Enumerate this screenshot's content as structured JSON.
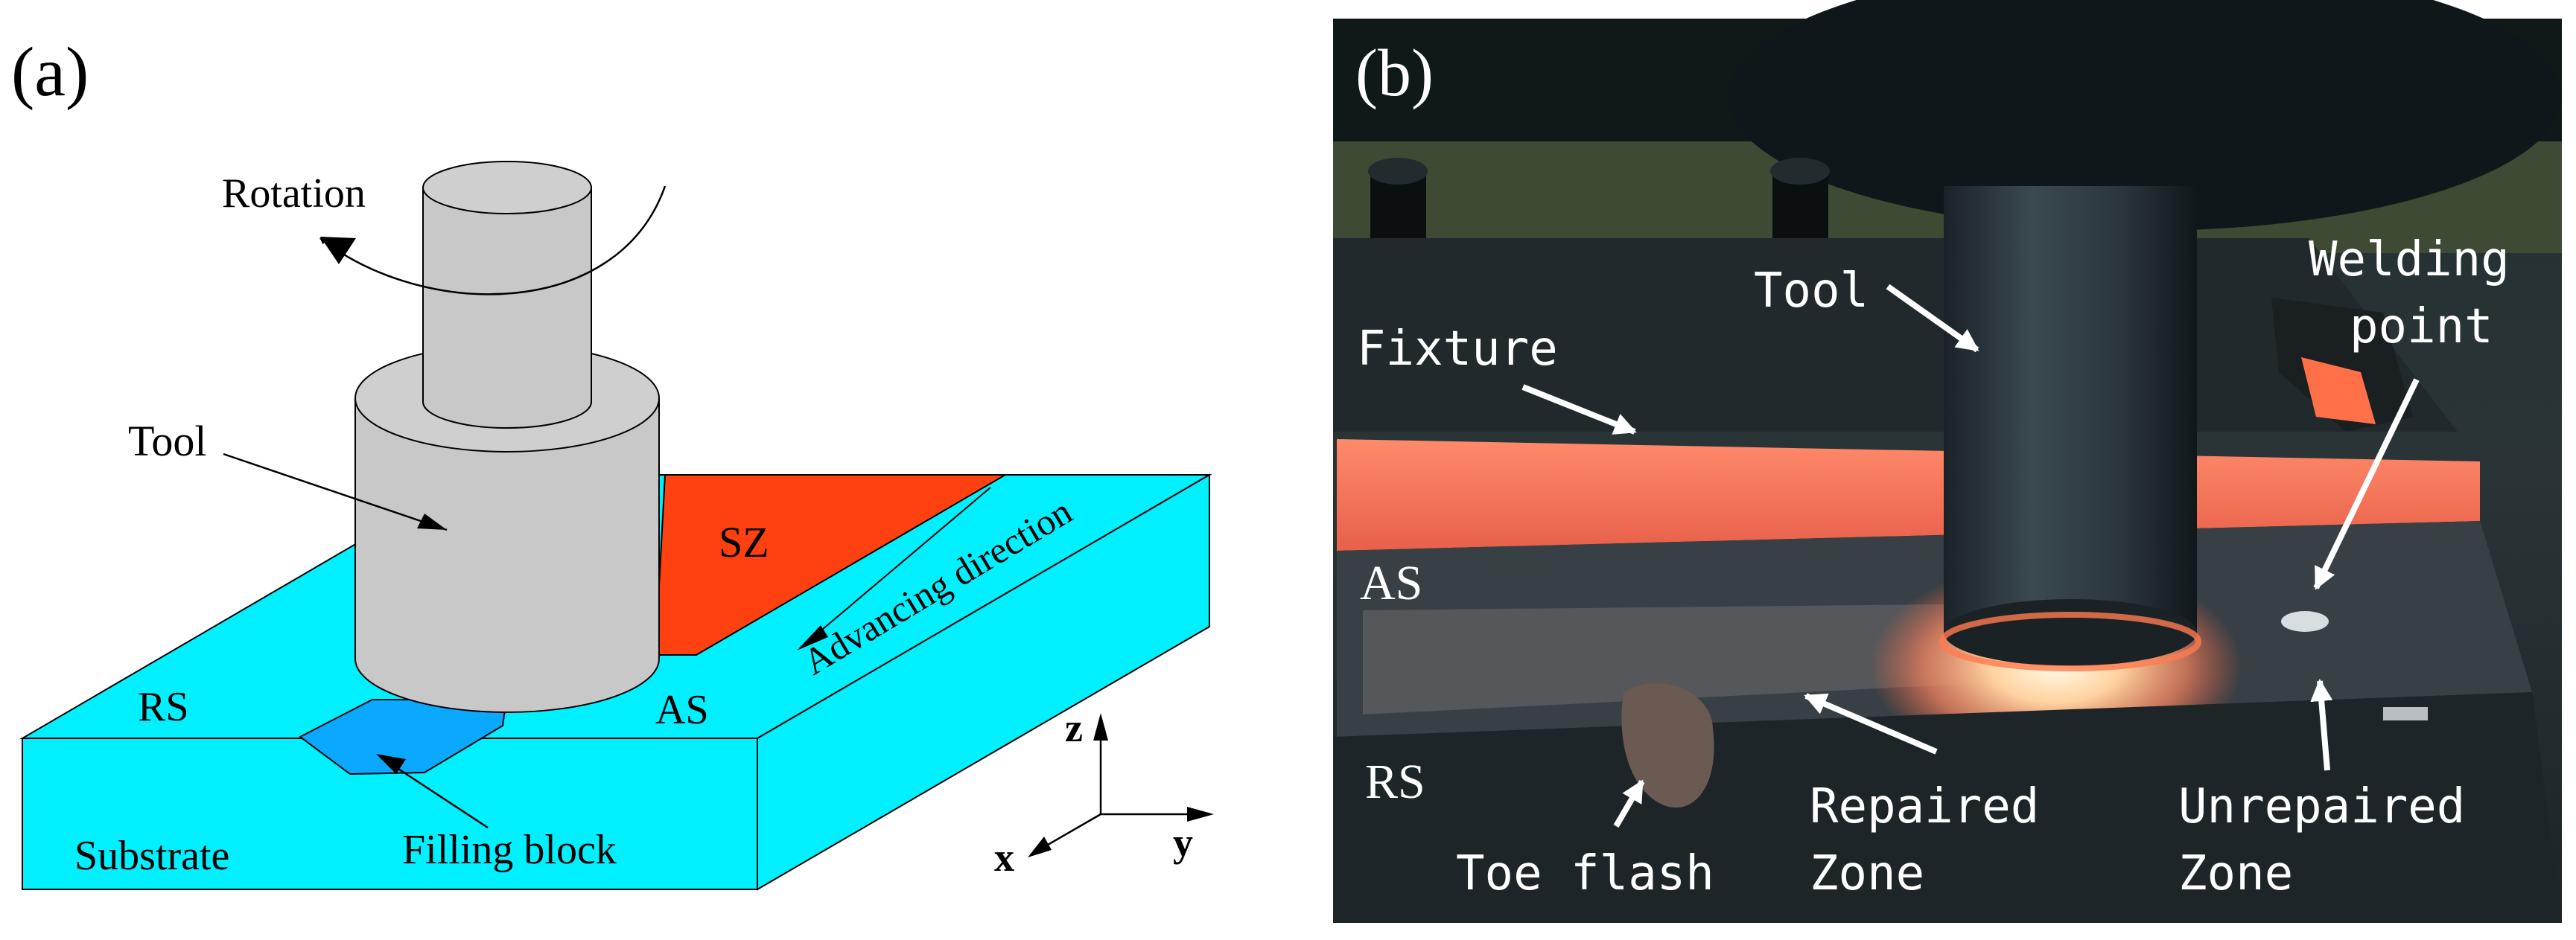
{
  "panel_a": {
    "label": "(a)",
    "rotation": "Rotation",
    "tool": "Tool",
    "sz": "SZ",
    "advancing": "Advancing direction",
    "rs": "RS",
    "as": "AS",
    "substrate": "Substrate",
    "filling": "Filling block",
    "axes": {
      "z": "z",
      "x": "x",
      "y": "y"
    },
    "colors": {
      "substrate": "#00f0ff",
      "substrate_side": "#00d4e6",
      "stir_zone": "#ff4010",
      "tool": "#c8c8c8",
      "filling_block": "#0aa8ff"
    }
  },
  "panel_b": {
    "label": "(b)",
    "tool": "Tool",
    "fixture": "Fixture",
    "welding_1": "Welding",
    "welding_2": "point",
    "as": "AS",
    "rs": "RS",
    "repaired_1": "Repaired",
    "repaired_2": "Zone",
    "unrepaired_1": "Unrepaired",
    "unrepaired_2": "Zone",
    "toe_flash": "Toe flash"
  }
}
